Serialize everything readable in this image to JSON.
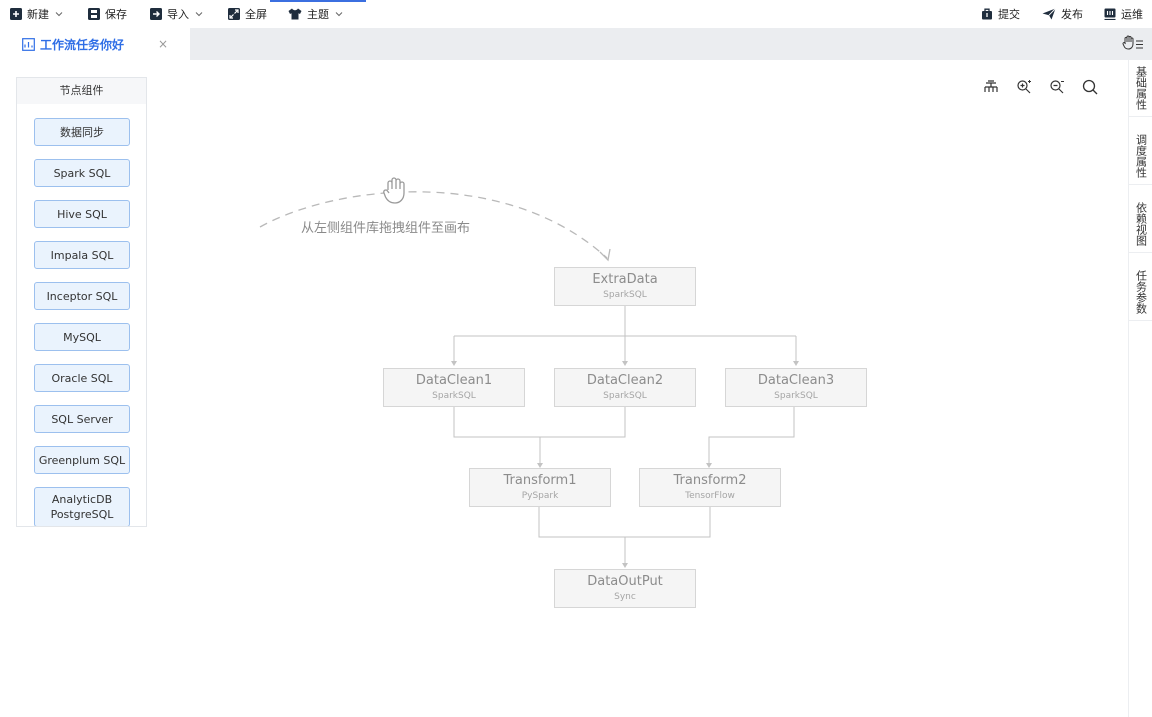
{
  "toolbar": {
    "new_label": "新建",
    "save_label": "保存",
    "import_label": "导入",
    "fullscreen_label": "全屏",
    "theme_label": "主题",
    "submit_label": "提交",
    "publish_label": "发布",
    "ops_label": "运维"
  },
  "tabs": [
    {
      "label": "工作流任务你好",
      "close": "×"
    }
  ],
  "panel": {
    "title": "节点组件",
    "items": [
      {
        "label": "数据同步"
      },
      {
        "label": "Spark SQL"
      },
      {
        "label": "Hive SQL"
      },
      {
        "label": "Impala SQL"
      },
      {
        "label": "Inceptor SQL"
      },
      {
        "label": "MySQL"
      },
      {
        "label": "Oracle SQL"
      },
      {
        "label": "SQL Server"
      },
      {
        "label": "Greenplum SQL"
      },
      {
        "label": "AnalyticDB PostgreSQL"
      }
    ]
  },
  "canvas": {
    "hint": "从左侧组件库拖拽组件至画布",
    "tools": [
      "layout-tree-icon",
      "zoom-in-icon",
      "zoom-out-icon",
      "search-icon"
    ]
  },
  "flow": {
    "nodes": [
      {
        "title": "ExtraData",
        "type": "SparkSQL"
      },
      {
        "title": "DataClean1",
        "type": "SparkSQL"
      },
      {
        "title": "DataClean2",
        "type": "SparkSQL"
      },
      {
        "title": "DataClean3",
        "type": "SparkSQL"
      },
      {
        "title": "Transform1",
        "type": "PySpark"
      },
      {
        "title": "Transform2",
        "type": "TensorFlow"
      },
      {
        "title": "DataOutPut",
        "type": "Sync"
      }
    ]
  },
  "rail": {
    "items": [
      "基础属性",
      "调度属性",
      "依赖视图",
      "任务参数"
    ]
  },
  "colors": {
    "accent": "#2f6ee6",
    "component_border": "#9cc0ee",
    "component_fill": "#eaf3fd",
    "node_fill": "#f5f5f5"
  }
}
